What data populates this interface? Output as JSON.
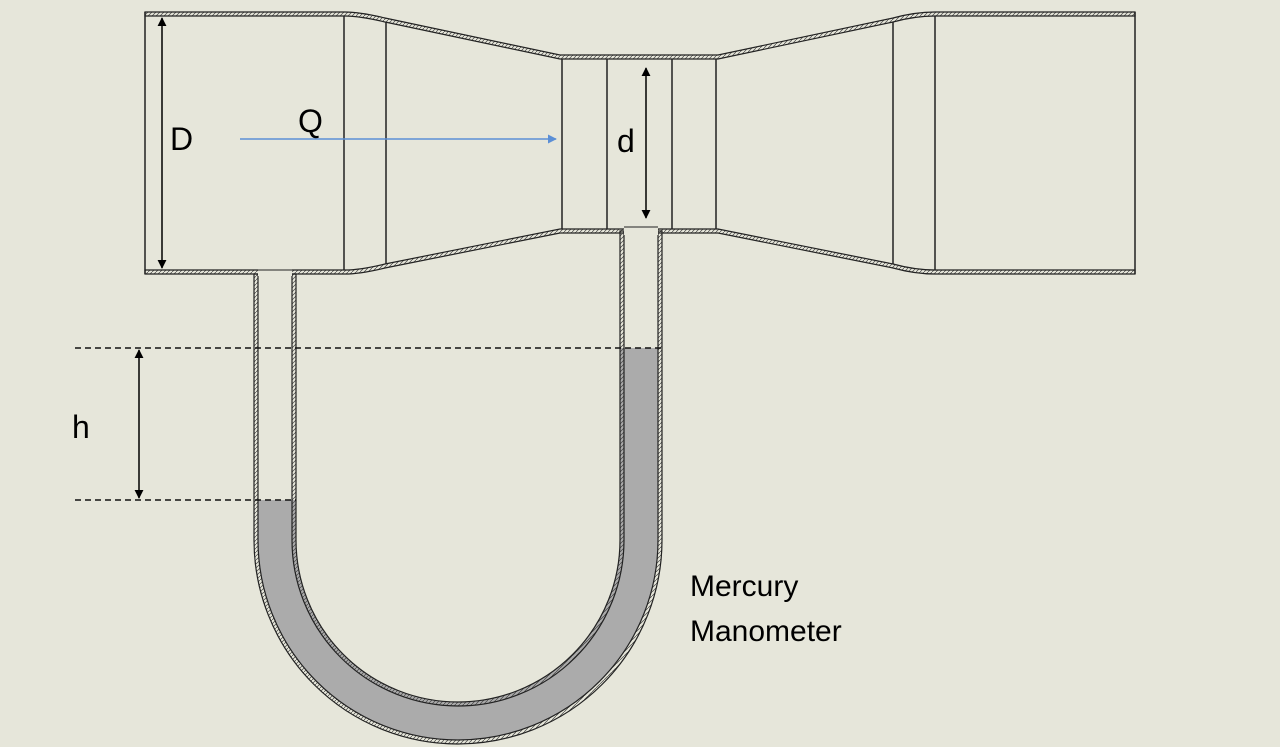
{
  "labels": {
    "pipe_diameter": "D",
    "throat_diameter": "d",
    "flow_rate": "Q",
    "height_difference": "h",
    "manometer_line1": "Mercury",
    "manometer_line2": "Manometer"
  },
  "colors": {
    "background": "#e6e6da",
    "outline": "#222222",
    "mercury": "#ababab",
    "flow_arrow": "#5b8fd6"
  }
}
